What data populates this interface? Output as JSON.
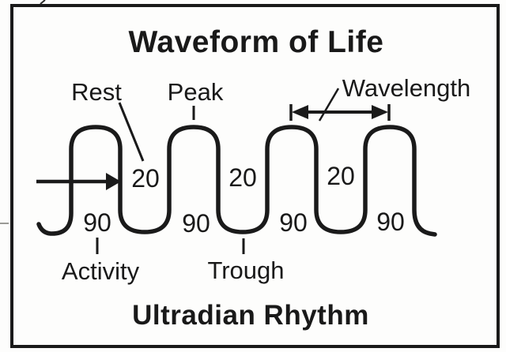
{
  "diagram": {
    "title": "Waveform of Life",
    "subtitle": "Ultradian Rhythm",
    "labels": {
      "rest": "Rest",
      "peak": "Peak",
      "wavelength": "Wavelength",
      "activity": "Activity",
      "trough": "Trough"
    },
    "rest_minutes": [
      "20",
      "20",
      "20"
    ],
    "activity_minutes": [
      "90",
      "90",
      "90",
      "90"
    ],
    "wave": {
      "peak_count": 4,
      "rest_value": 20,
      "activity_value": 90
    },
    "colors": {
      "ink": "#1a1a1a",
      "paper": "#ffffff"
    }
  }
}
